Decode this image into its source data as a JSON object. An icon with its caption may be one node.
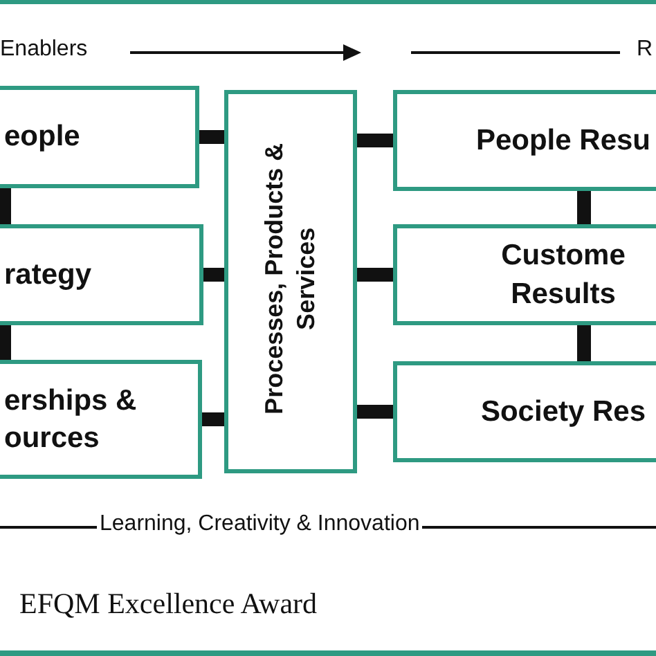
{
  "diagram": {
    "caption": "EFQM Excellence Award",
    "nodes": [
      {
        "text": [
          "eople"
        ]
      },
      {
        "text": [
          "rategy"
        ]
      },
      {
        "text": [
          "erships & ources"
        ]
      },
      {
        "text": [
          "Processes, Products & Services"
        ]
      },
      {
        "text": [
          "People Resu"
        ]
      },
      {
        "text": [
          "Custome Results"
        ]
      },
      {
        "text": [
          "Society Res"
        ]
      }
    ],
    "edges": [
      {
        "from": 0,
        "to": 1,
        "arrow": "none"
      },
      {
        "from": 1,
        "to": 2,
        "arrow": "none"
      },
      {
        "from": 0,
        "to": 3,
        "arrow": "none"
      },
      {
        "from": 1,
        "to": 3,
        "arrow": "none"
      },
      {
        "from": 2,
        "to": 3,
        "arrow": "none"
      },
      {
        "from": 3,
        "to": 4,
        "arrow": "none"
      },
      {
        "from": 3,
        "to": 5,
        "arrow": "none"
      },
      {
        "from": 3,
        "to": 6,
        "arrow": "none"
      },
      {
        "from": 4,
        "to": 5,
        "arrow": "none"
      },
      {
        "from": 5,
        "to": 6,
        "arrow": "none"
      }
    ],
    "labels": [
      "Enablers",
      "R",
      "Learning, Creativity & Innovation"
    ]
  }
}
